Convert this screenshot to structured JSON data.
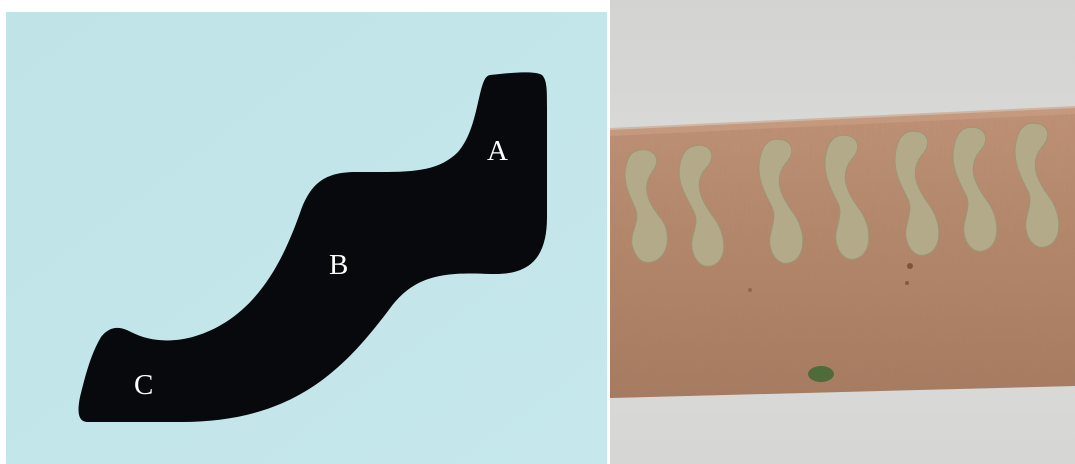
{
  "figure": {
    "left_panel": {
      "labels": {
        "a": "A",
        "b": "B",
        "c": "C"
      },
      "colors": {
        "background": "#c1e5e8",
        "shape": "#07090c",
        "label": "#ffffff"
      }
    },
    "right_panel": {
      "colors": {
        "background": "#d8d8d6",
        "strip": "#b98a6c",
        "pattern": "#b6ab8a",
        "spot": "#4f6b3a"
      }
    }
  }
}
